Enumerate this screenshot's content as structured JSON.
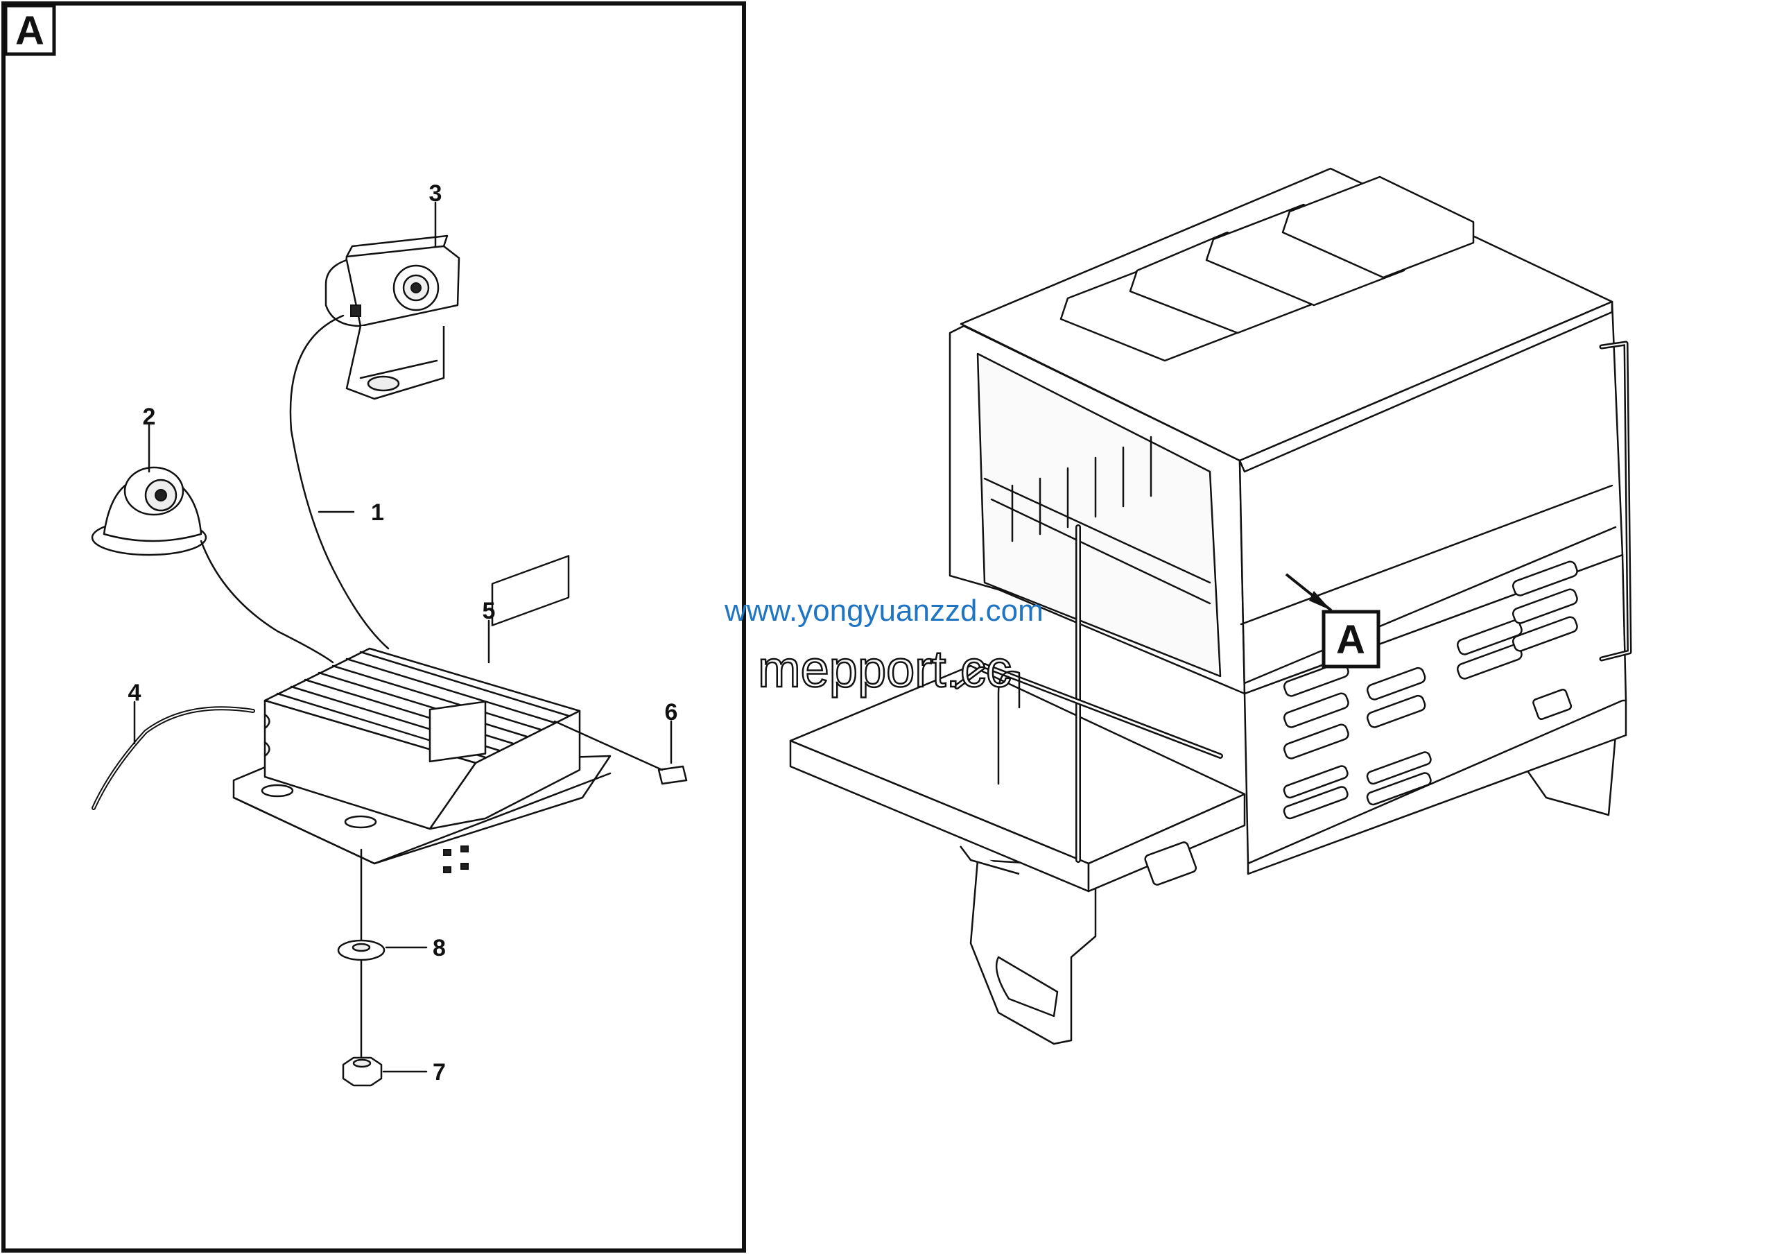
{
  "detail_view": {
    "view_label": "A",
    "callouts": [
      {
        "number": "1",
        "part": "cable"
      },
      {
        "number": "2",
        "part": "dome-camera"
      },
      {
        "number": "3",
        "part": "rear-camera"
      },
      {
        "number": "4",
        "part": "cable"
      },
      {
        "number": "5",
        "part": "control-box"
      },
      {
        "number": "6",
        "part": "label"
      },
      {
        "number": "7",
        "part": "nut"
      },
      {
        "number": "8",
        "part": "washer"
      }
    ]
  },
  "machine_view": {
    "location_label": "A"
  },
  "watermarks": {
    "primary": "www.yongyuanzzd.com",
    "secondary": "mepport.cc"
  }
}
